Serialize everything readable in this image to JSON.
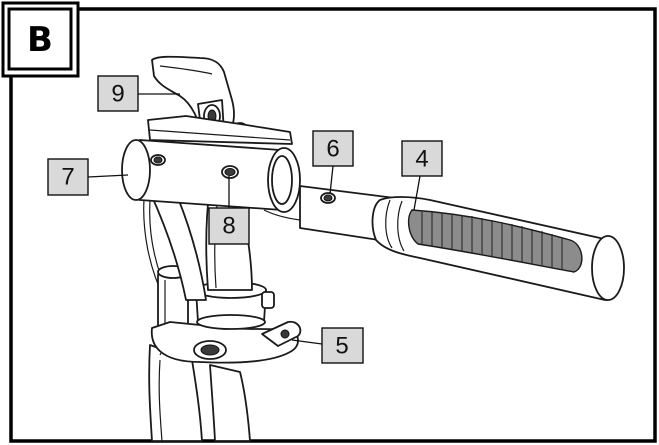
{
  "section_label": "B",
  "callouts": {
    "c4": "4",
    "c5": "5",
    "c6": "6",
    "c7": "7",
    "c8": "8",
    "c9": "9"
  }
}
